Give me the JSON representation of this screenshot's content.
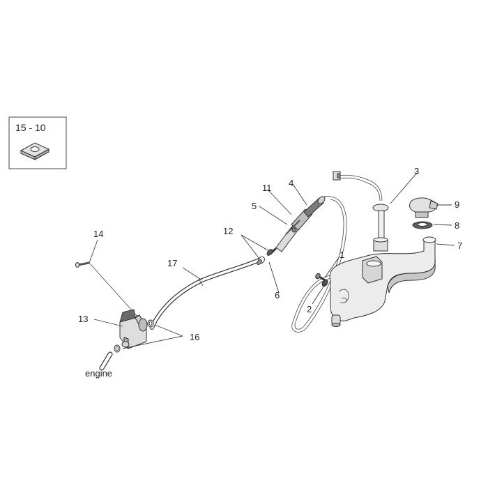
{
  "inset": {
    "label": "15 - 10"
  },
  "callouts": {
    "c1": "1",
    "c2": "2",
    "c3": "3",
    "c4": "4",
    "c5": "5",
    "c6": "6",
    "c7": "7",
    "c8": "8",
    "c9": "9",
    "c11": "11",
    "c12": "12",
    "c13": "13",
    "c14": "14",
    "c16": "16",
    "c17": "17"
  },
  "engine_label": "engine",
  "colors": {
    "line": "#333333",
    "part_fill": "#e6e6e6",
    "part_shade": "#b9b9b9",
    "dark_part": "#6e6e6e"
  }
}
